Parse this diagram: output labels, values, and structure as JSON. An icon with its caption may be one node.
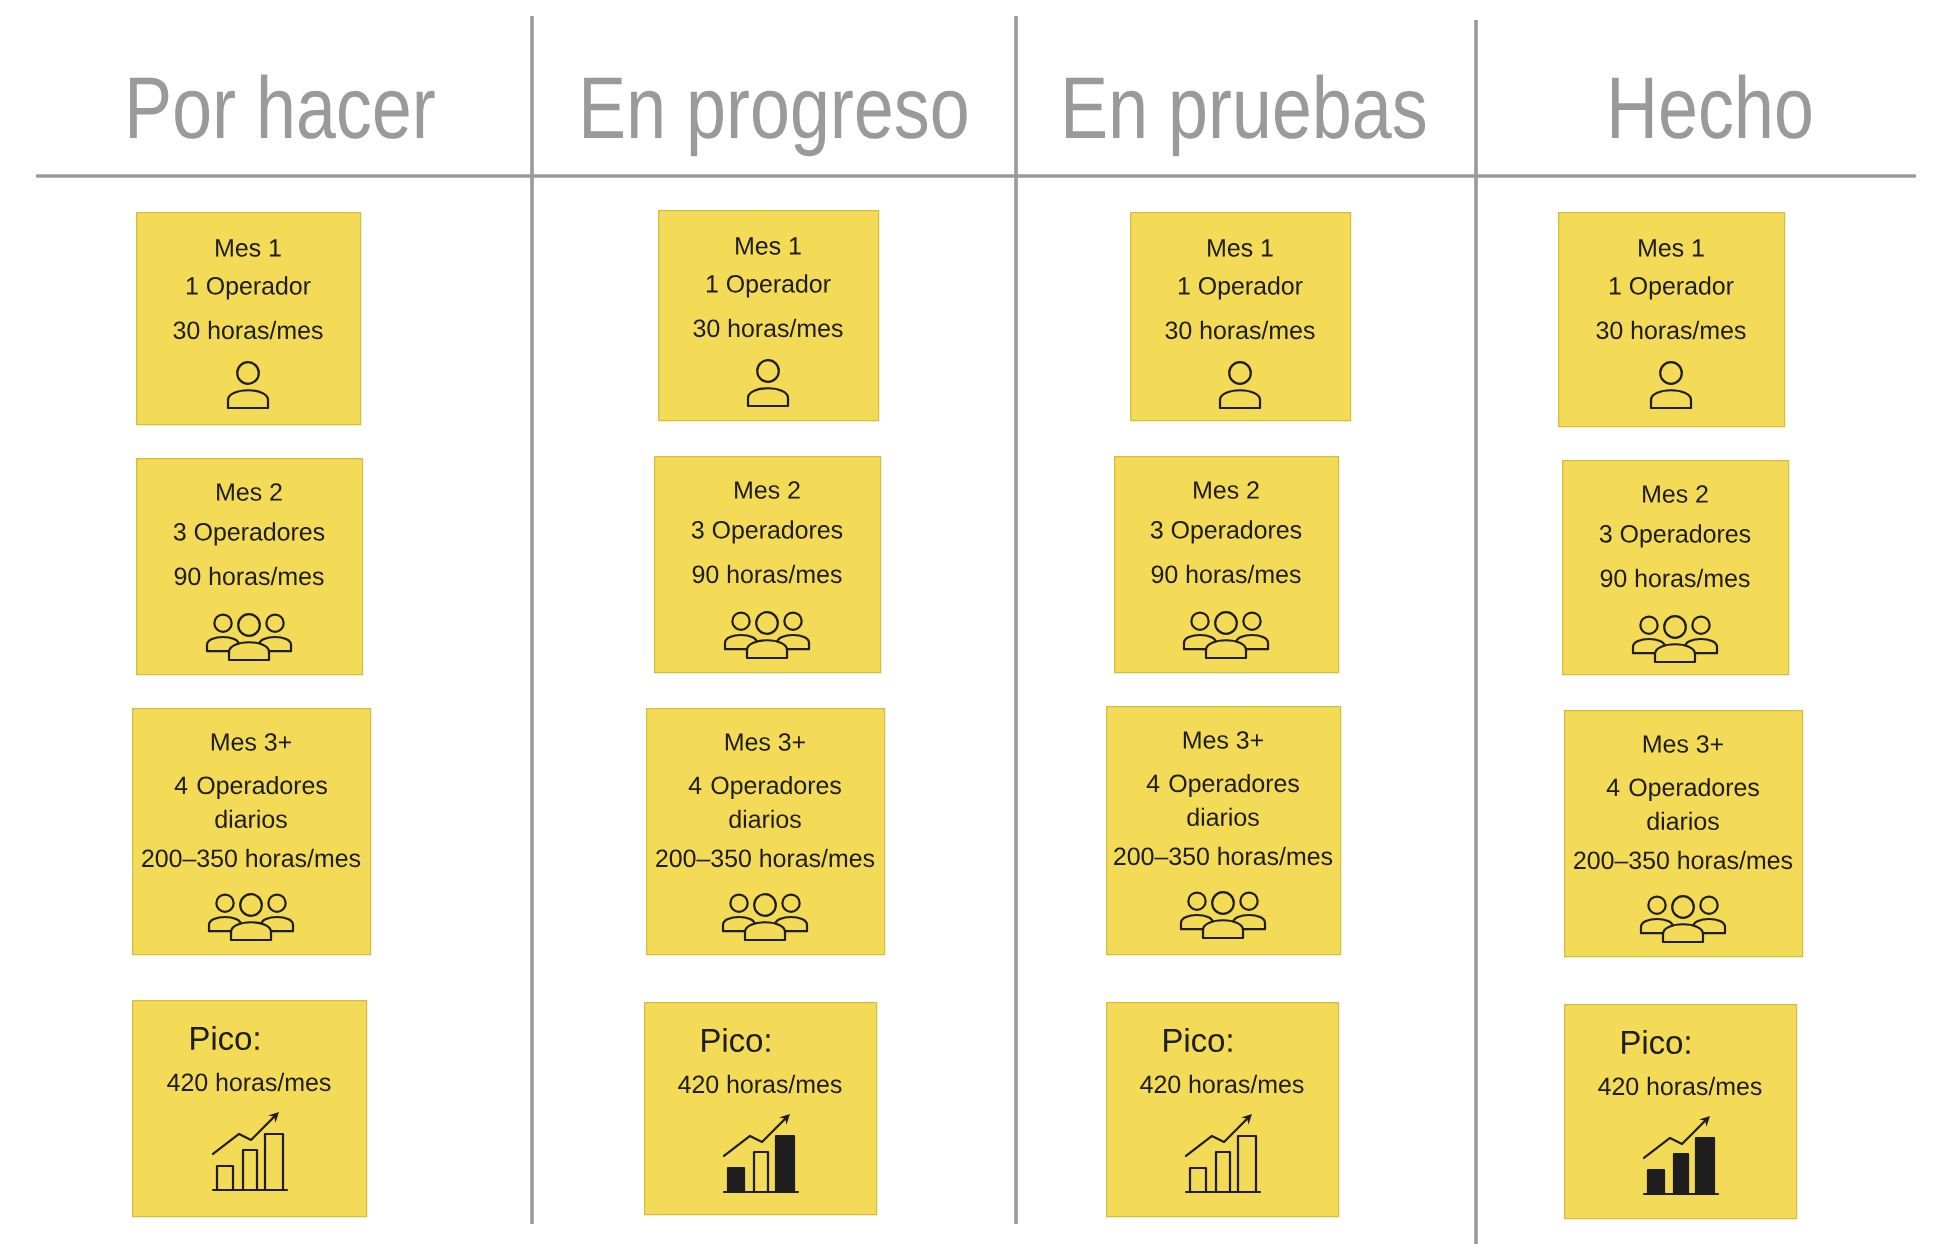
{
  "diagram": {
    "nodes": [
      {
        "text": [
          "Mes 1",
          "1 Operador",
          "30 horas/mes"
        ]
      },
      {
        "text": [
          "Mes 2",
          "3 Operadores",
          "90 horas/mes"
        ]
      },
      {
        "text": [
          "Mes 3+",
          "4 Operadores diarios",
          "200–350 horas/mes"
        ]
      },
      {
        "text": [
          "Pico:",
          "420 horas/mes"
        ]
      },
      {
        "text": [
          "Mes 1",
          "1 Operador",
          "30 horas/mes"
        ]
      },
      {
        "text": [
          "Mes 2",
          "3 Operadores",
          "90 horas/mes"
        ]
      },
      {
        "text": [
          "Mes 3+",
          "4 Operadores diarios",
          "200–350 horas/mes"
        ]
      },
      {
        "text": [
          "Pico:",
          "420 horas/mes"
        ]
      },
      {
        "text": [
          "Mes 1",
          "1 Operador",
          "30 horas/mes"
        ]
      },
      {
        "text": [
          "Mes 2",
          "3 Operadores",
          "90 horas/mes"
        ]
      },
      {
        "text": [
          "Mes 3+",
          "4 Operadores diarios",
          "200–350 horas/mes"
        ]
      },
      {
        "text": [
          "Pico:",
          "420 horas/mes"
        ]
      },
      {
        "text": [
          "Mes 1",
          "1 Operador",
          "30 horas/mes"
        ]
      },
      {
        "text": [
          "Mes 2",
          "3 Operadores",
          "90 horas/mes"
        ]
      },
      {
        "text": [
          "Mes 3+",
          "4 Operadores diarios",
          "200–350 horas/mes"
        ]
      },
      {
        "text": [
          "Pico:",
          "420 horas/mes"
        ]
      }
    ],
    "labels": [
      "Por hacer",
      "En progreso",
      "En pruebas",
      "Hecho"
    ]
  }
}
